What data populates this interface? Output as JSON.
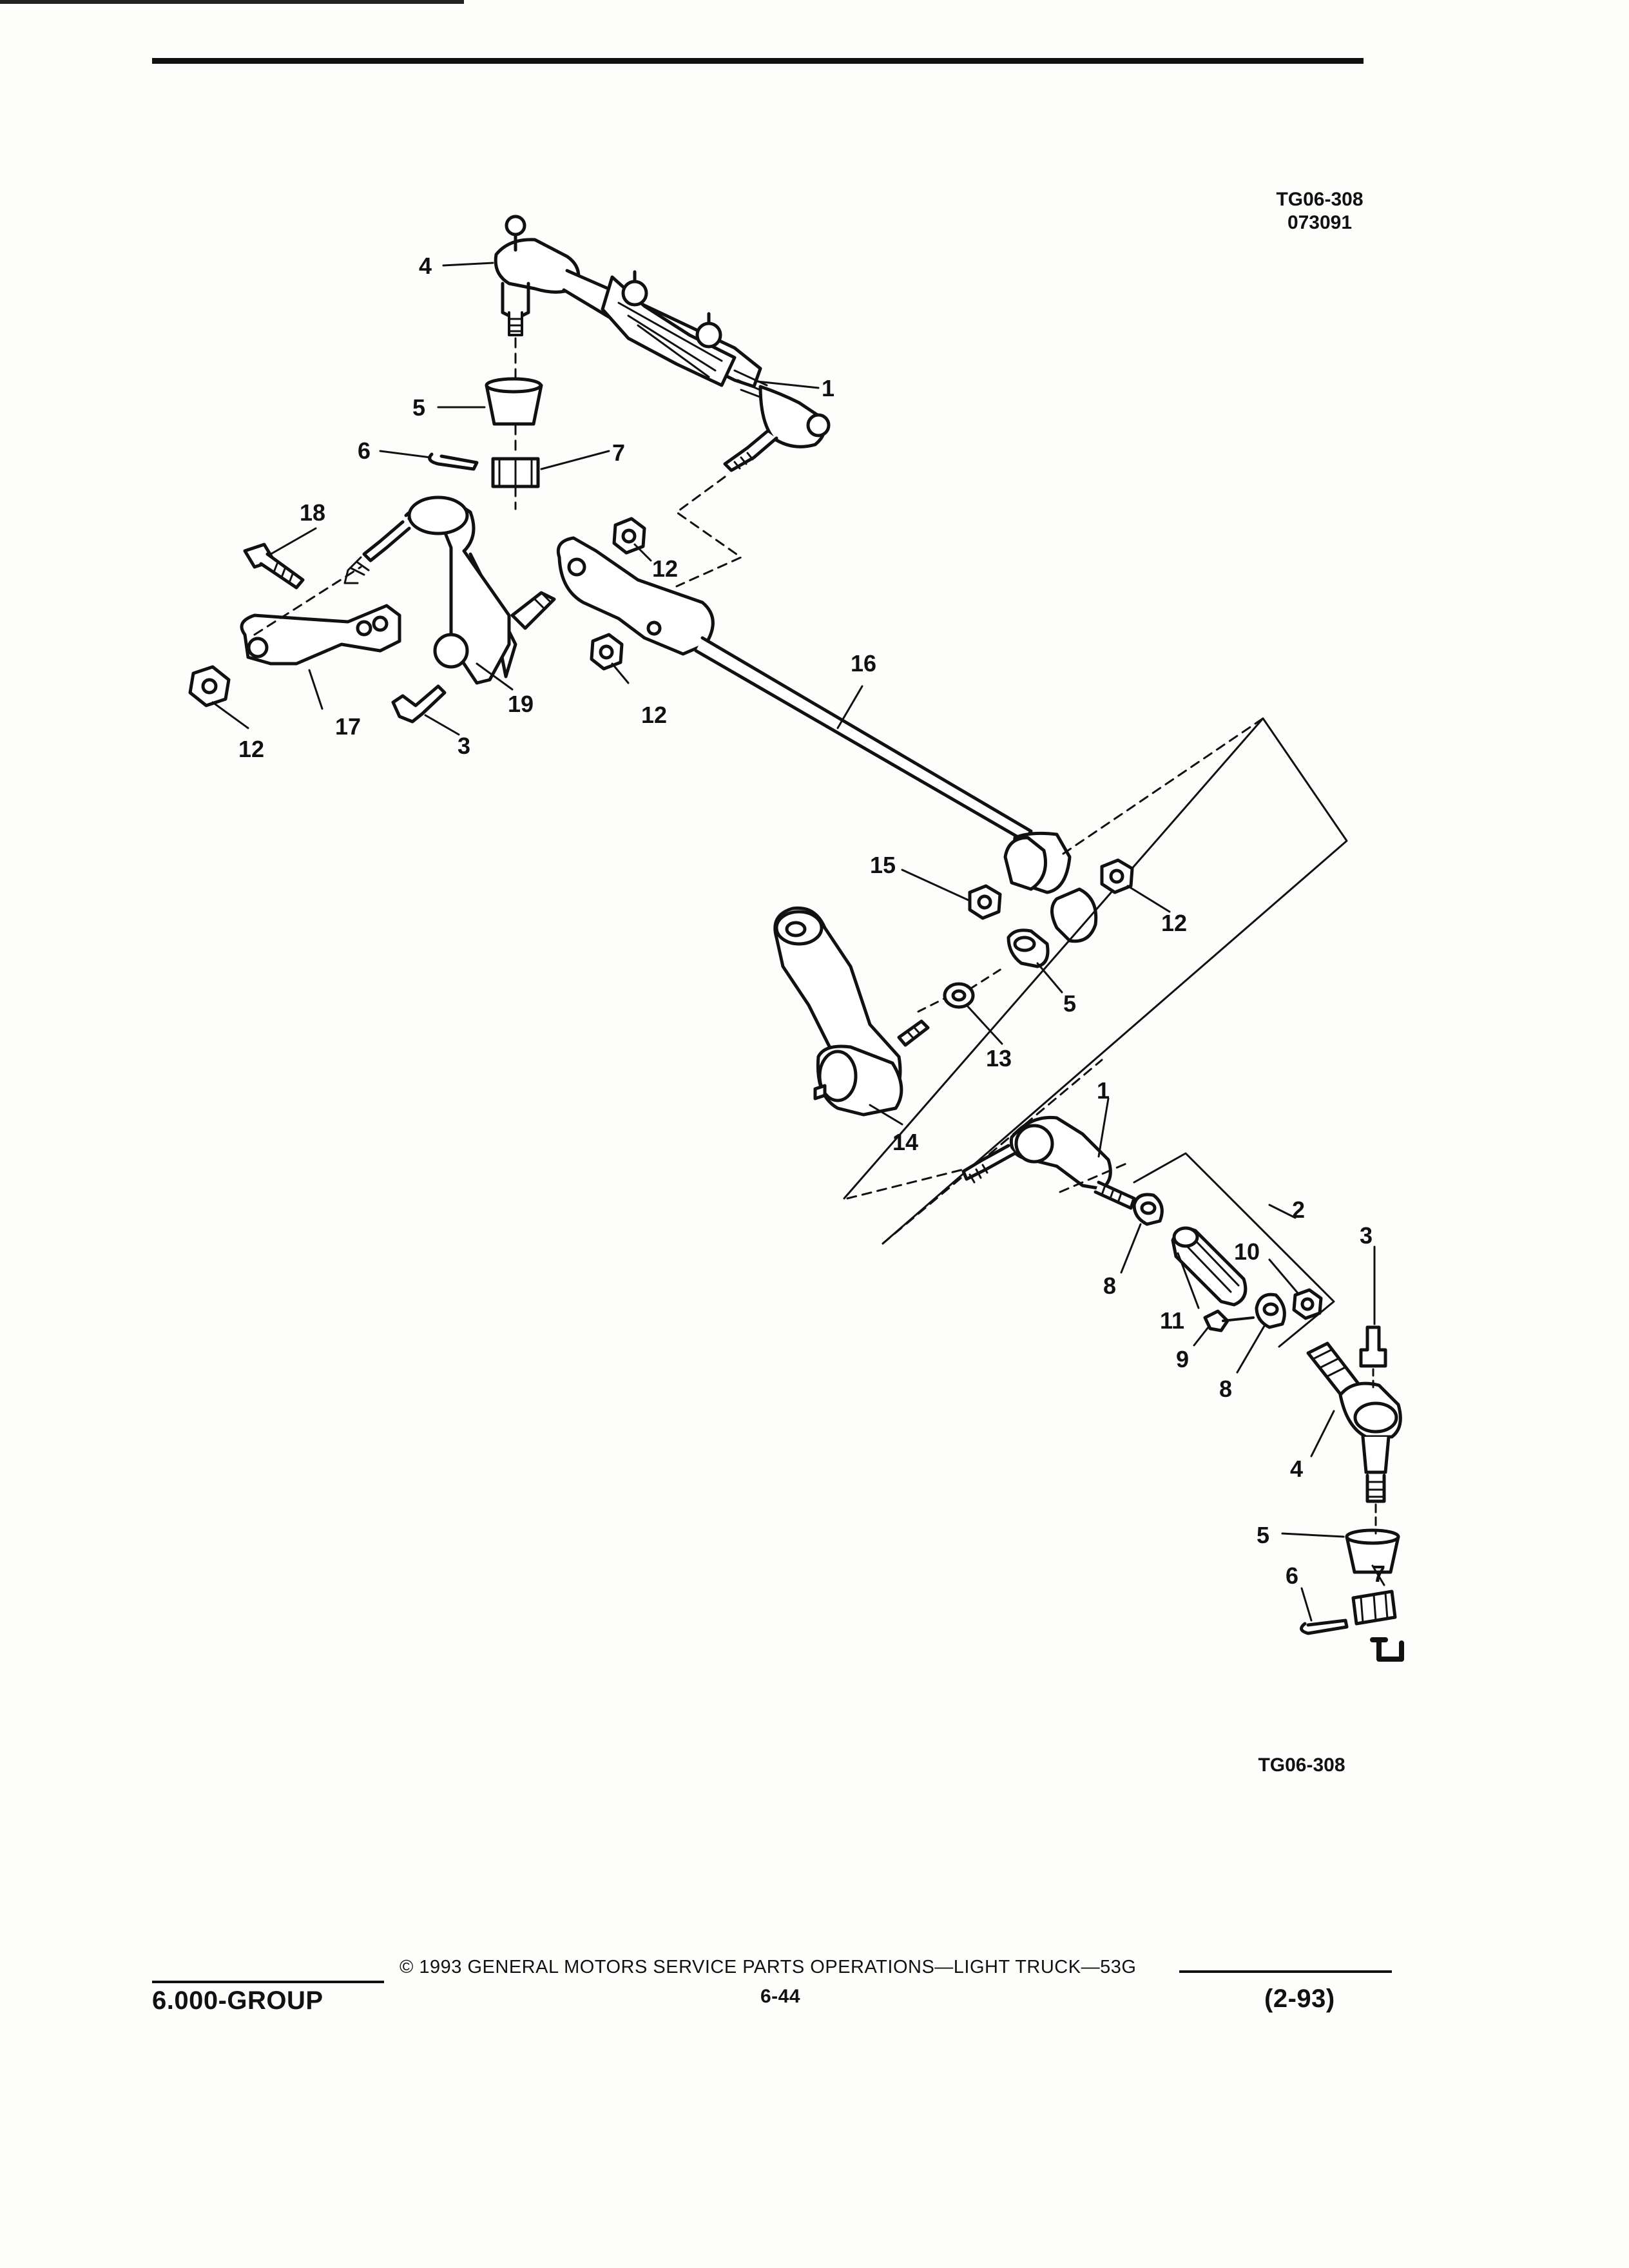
{
  "figure": {
    "ref_top": "TG06-308",
    "ref_top_code": "073091",
    "ref_bottom": "TG06-308"
  },
  "callouts": {
    "tie_rod_upper_4": "4",
    "tie_rod_assembly_1": "1",
    "seal_upper_5": "5",
    "cotter_pin_upper_6": "6",
    "nut_upper_7": "7",
    "bolt_18": "18",
    "nut_12_a": "12",
    "nut_12_b": "12",
    "nut_12_c": "12",
    "nut_12_d": "12",
    "relay_rod_16": "16",
    "bracket_17": "17",
    "fitting_3_a": "3",
    "idler_arm_19": "19",
    "nut_15": "15",
    "seal_5_mid": "5",
    "washer_13": "13",
    "pitman_arm_14": "14",
    "tie_rod_end_1_lower": "1",
    "adjuster_2": "2",
    "fitting_3_b": "3",
    "nut_10": "10",
    "clamp_8_a": "8",
    "sleeve_11": "11",
    "bolt_9": "9",
    "clamp_8_b": "8",
    "tie_rod_end_4_lower": "4",
    "seal_5_lower": "5",
    "nut_7_lower": "7",
    "cotter_pin_6_lower": "6"
  },
  "footer": {
    "group": "6.000-GROUP",
    "copyright": "© 1993 GENERAL MOTORS SERVICE PARTS OPERATIONS—LIGHT TRUCK—53G",
    "page": "6-44",
    "date": "(2-93)"
  }
}
